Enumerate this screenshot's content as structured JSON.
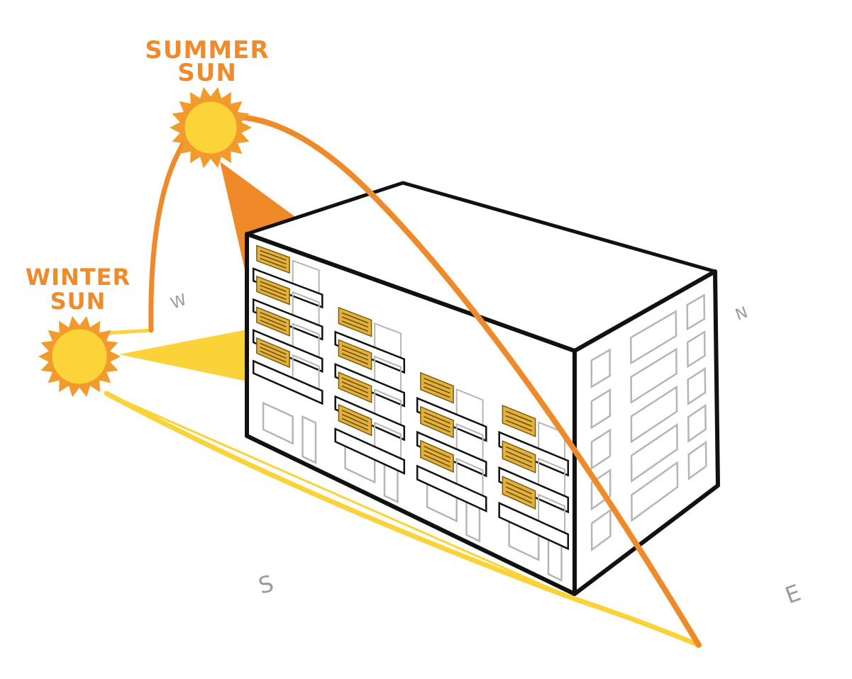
{
  "labels": {
    "summer_sun": [
      "SUMMER",
      "SUN"
    ],
    "winter_sun": [
      "WINTER",
      "SUN"
    ]
  },
  "compass": {
    "west": "W",
    "north": "N",
    "south": "S",
    "east": "E"
  },
  "colors": {
    "summer": "#EE8A2A",
    "summer_label": "#F08A2B",
    "winter": "#FBD237",
    "sun_fill": "#FDD33A",
    "sun_rays": "#F29B2C",
    "panel": "#E3B23C",
    "outline": "#111111",
    "window": "#B5B5B5"
  }
}
